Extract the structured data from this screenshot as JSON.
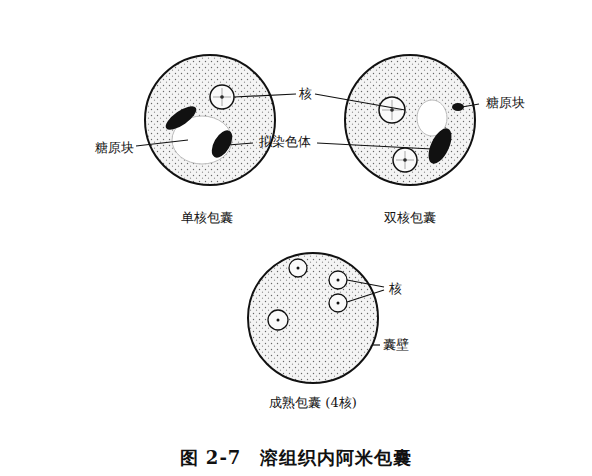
{
  "diagram": {
    "caption": "图 2-7　溶组织内阿米包囊",
    "labels": [
      "核",
      "糖原块",
      "糖原块",
      "拟染色体",
      "单核包囊",
      "双核包囊",
      "核",
      "囊壁",
      "成熟包囊 (4核)"
    ]
  }
}
